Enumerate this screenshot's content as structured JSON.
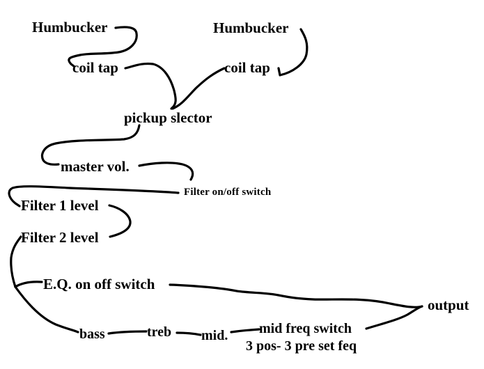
{
  "diagram": {
    "type": "signal-chain",
    "stroke_color": "#000000",
    "background": "#ffffff",
    "nodes": {
      "humbucker_1": "Humbucker",
      "humbucker_2": "Humbucker",
      "coil_tap_1": "coil tap",
      "coil_tap_2": "coil tap",
      "pickup_selector": "pickup slector",
      "master_vol": "master vol.",
      "filter_switch": "Filter on/off switch",
      "filter_1": "Filter 1 level",
      "filter_2": "Filter 2 level",
      "eq_switch": "E.Q. on off switch",
      "bass": "bass",
      "treb": "treb",
      "mid": "mid.",
      "mid_freq_switch": "mid freq switch",
      "mid_freq_note": "3 pos- 3 pre set feq",
      "output": "output"
    },
    "connections": [
      [
        "humbucker_1",
        "coil_tap_1"
      ],
      [
        "humbucker_2",
        "coil_tap_2"
      ],
      [
        "coil_tap_1",
        "pickup_selector"
      ],
      [
        "coil_tap_2",
        "pickup_selector"
      ],
      [
        "pickup_selector",
        "master_vol"
      ],
      [
        "master_vol",
        "filter_switch"
      ],
      [
        "filter_switch",
        "filter_1"
      ],
      [
        "filter_1",
        "filter_2"
      ],
      [
        "filter_2",
        "eq_switch"
      ],
      [
        "filter_2",
        "bass"
      ],
      [
        "eq_switch",
        "output"
      ],
      [
        "bass",
        "treb"
      ],
      [
        "treb",
        "mid"
      ],
      [
        "mid",
        "mid_freq_switch"
      ],
      [
        "mid_freq_switch",
        "output"
      ]
    ]
  }
}
